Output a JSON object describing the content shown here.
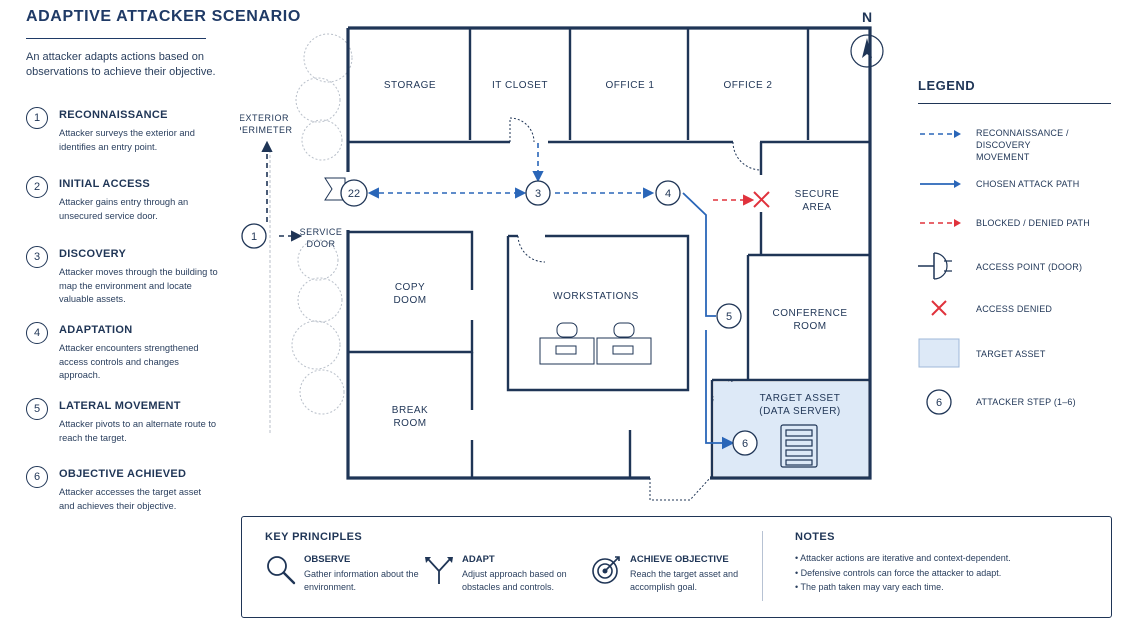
{
  "title": "ADAPTIVE ATTACKER SCENARIO",
  "intro": "An attacker adapts actions based on observations to achieve their objective.",
  "steps": [
    {
      "num": "1",
      "title": "RECONNAISSANCE",
      "desc": "Attacker surveys the exterior and identifies an entry point."
    },
    {
      "num": "2",
      "title": "INITIAL ACCESS",
      "desc": "Attacker gains entry through an unsecured service door."
    },
    {
      "num": "3",
      "title": "DISCOVERY",
      "desc": "Attacker moves through the building to map the environment and locate valuable assets."
    },
    {
      "num": "4",
      "title": "ADAPTATION",
      "desc": "Attacker encounters strengthened access controls and changes approach."
    },
    {
      "num": "5",
      "title": "LATERAL MOVEMENT",
      "desc": "Attacker pivots to an alternate route to reach the target."
    },
    {
      "num": "6",
      "title": "OBJECTIVE ACHIEVED",
      "desc": "Attacker accesses the target asset and achieves their objective."
    }
  ],
  "floorplan": {
    "compass": "N",
    "rooms": {
      "storage": "STORAGE",
      "it_closet": "IT CLOSET",
      "office1": "OFFICE 1",
      "office2": "OFFICE 2",
      "secure_area": [
        "SECURE",
        "AREA"
      ],
      "copy_room": [
        "COPY",
        "DOOM"
      ],
      "workstations": "WORKSTATIONS",
      "conference": [
        "CONFERENCE",
        "ROOM"
      ],
      "break_room": [
        "BREAK",
        "ROOM"
      ],
      "target": [
        "TARGET ASSET",
        "(DATA SERVER)"
      ]
    },
    "exterior": [
      "EXTERIOR",
      "PERIMETER"
    ],
    "service_door": [
      "SERVICE",
      "DOOR"
    ],
    "markers": {
      "m1": "1",
      "m2": "22",
      "m3": "3",
      "m4": "4",
      "m5": "5",
      "m6": "6"
    }
  },
  "legend": {
    "title": "LEGEND",
    "items": [
      {
        "icon": "dashed-blue-arrow",
        "label": [
          "RECONNAISSANCE / DISCOVERY",
          "MOVEMENT"
        ]
      },
      {
        "icon": "solid-blue-arrow",
        "label": [
          "CHOSEN ATTACK PATH"
        ]
      },
      {
        "icon": "dashed-red-arrow",
        "label": [
          "BLOCKED / DENIED PATH"
        ]
      },
      {
        "icon": "door-icon",
        "label": [
          "ACCESS POINT (DOOR)"
        ]
      },
      {
        "icon": "red-x-icon",
        "label": [
          "ACCESS DENIED"
        ]
      },
      {
        "icon": "target-swatch",
        "label": [
          "TARGET ASSET"
        ]
      },
      {
        "icon": "step-circle-icon",
        "label": [
          "ATTACKER STEP (1–6)"
        ],
        "symbol_text": "6"
      }
    ]
  },
  "key_principles": {
    "title": "KEY PRINCIPLES",
    "items": [
      {
        "icon": "magnifier-icon",
        "title": "OBSERVE",
        "desc": "Gather information about the environment."
      },
      {
        "icon": "fork-arrow-icon",
        "title": "ADAPT",
        "desc": "Adjust approach based on obstacles and controls."
      },
      {
        "icon": "target-icon",
        "title": "ACHIEVE OBJECTIVE",
        "desc": "Reach the target asset and accomplish goal."
      }
    ]
  },
  "notes": {
    "title": "NOTES",
    "items": [
      "Attacker actions are iterative and context-dependent.",
      "Defensive controls can force the attacker to adapt.",
      "The path taken may vary each time."
    ]
  },
  "colors": {
    "ink": "#1f3556",
    "path_blue": "#2a66b8",
    "blocked_red": "#e0323c",
    "target_fill": "#dde9f7"
  }
}
